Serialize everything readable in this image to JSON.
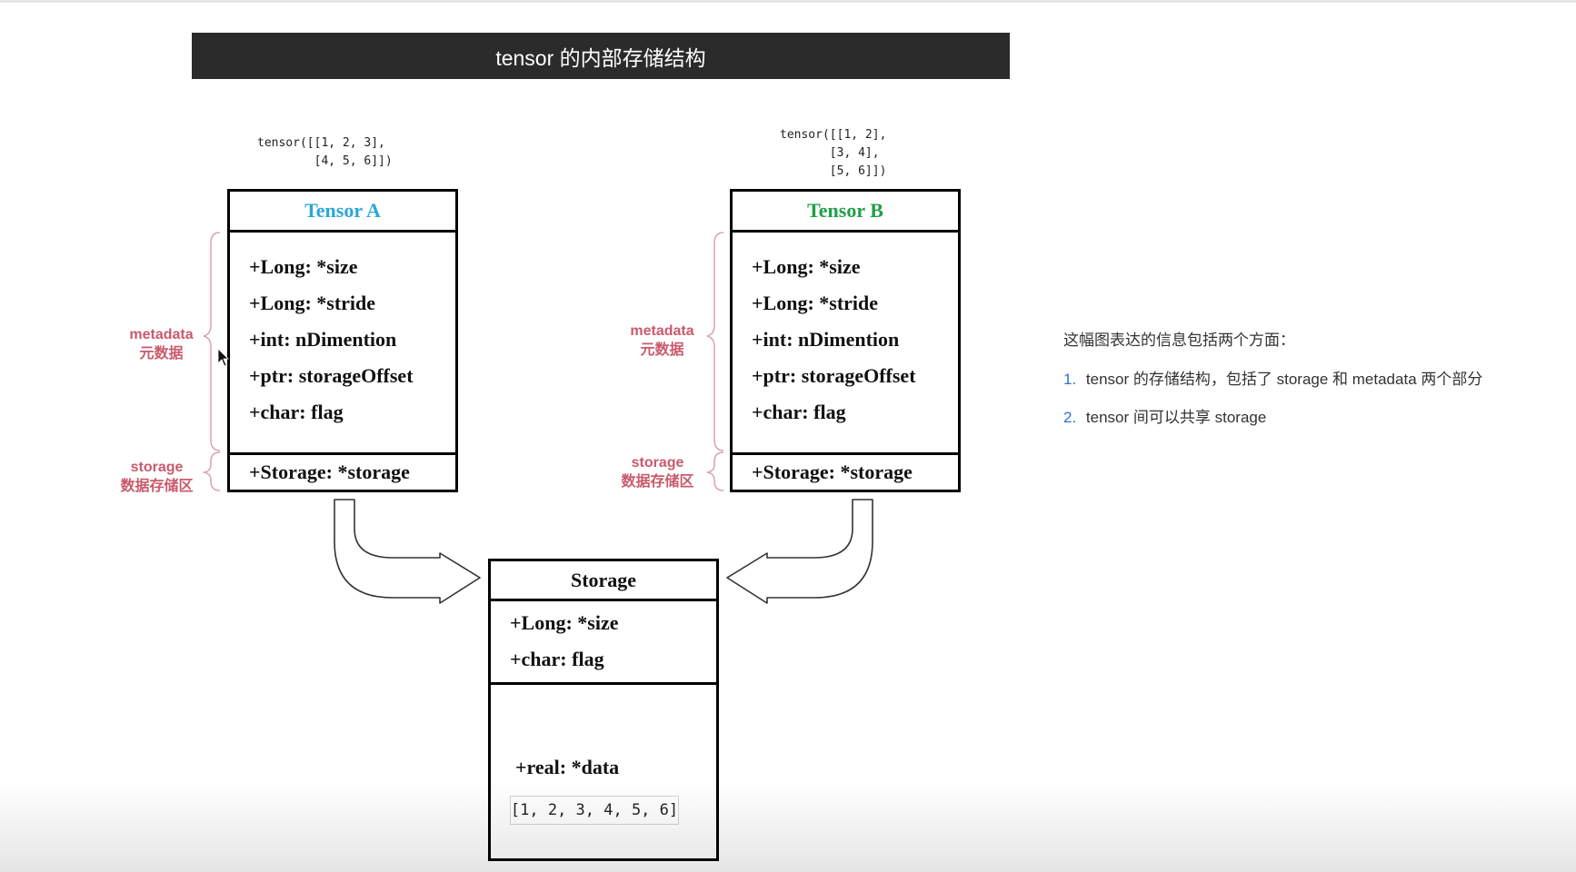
{
  "title": "tensor 的内部存储结构",
  "tensor_a": {
    "code_lines": [
      "tensor([[1, 2, 3],",
      "        [4, 5, 6]])"
    ],
    "name": "Tensor A",
    "name_color": "#2aa7d8",
    "fields": [
      "+Long: *size",
      "+Long: *stride",
      "+int:  nDimention",
      "+ptr:  storageOffset",
      "+char: flag"
    ],
    "storage_field": "+Storage: *storage"
  },
  "tensor_b": {
    "code_lines": [
      "tensor([[1, 2],",
      "       [3, 4],",
      "       [5, 6]])"
    ],
    "name": "Tensor B",
    "name_color": "#1fa045",
    "fields": [
      "+Long: *size",
      "+Long: *stride",
      "+int:  nDimention",
      "+ptr:  storageOffset",
      "+char: flag"
    ],
    "storage_field": "+Storage: *storage"
  },
  "labels": {
    "metadata": "metadata",
    "metadata_cn": "元数据",
    "storage": "storage",
    "storage_cn": "数据存储区",
    "label_color": "#c95a6c"
  },
  "storage_box": {
    "name": "Storage",
    "fields": [
      "+Long: *size",
      "+char: flag"
    ],
    "data_field": "+real: *data",
    "data_values": "[1, 2, 3, 4, 5, 6]"
  },
  "notes": {
    "heading": "这幅图表达的信息包括两个方面：",
    "items": [
      {
        "num": "1.",
        "text": "tensor 的存储结构，包括了 storage 和 metadata 两个部分"
      },
      {
        "num": "2.",
        "text": "tensor 间可以共享 storage"
      }
    ]
  }
}
